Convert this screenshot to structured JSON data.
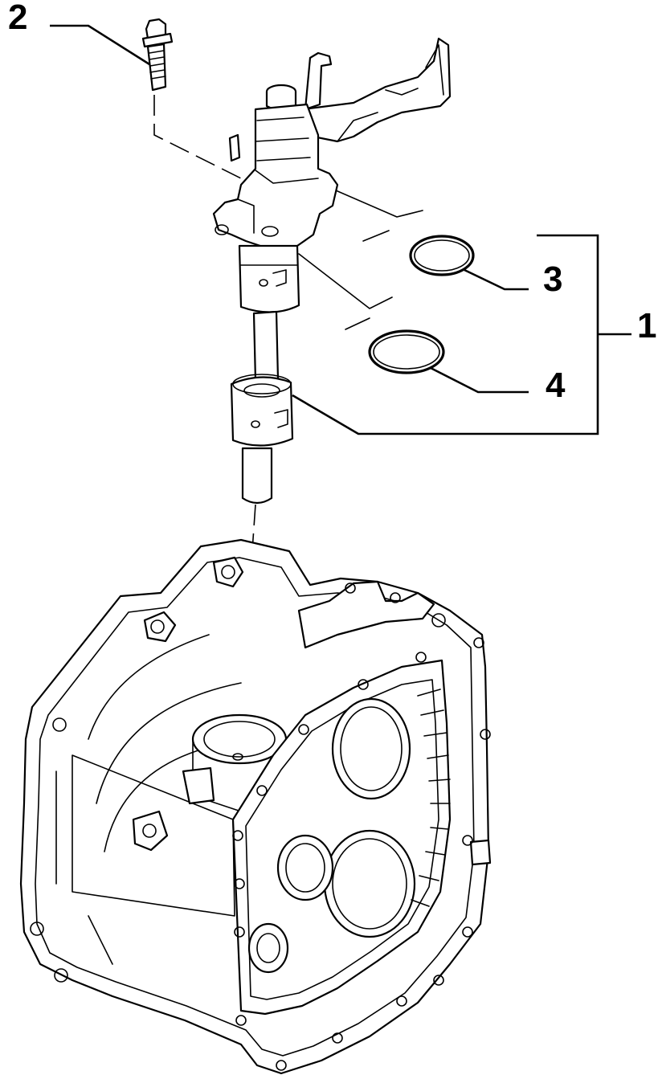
{
  "callouts": [
    {
      "id": "c1",
      "text": "1"
    },
    {
      "id": "c2",
      "text": "2"
    },
    {
      "id": "c3",
      "text": "3"
    },
    {
      "id": "c4",
      "text": "4"
    }
  ],
  "parts": {
    "bolt": "bolt",
    "selector_shaft": "gear-selector-shaft-assembly",
    "o_ring_small": "o-ring",
    "o_ring_large": "o-ring",
    "housing": "gearbox-housing"
  }
}
